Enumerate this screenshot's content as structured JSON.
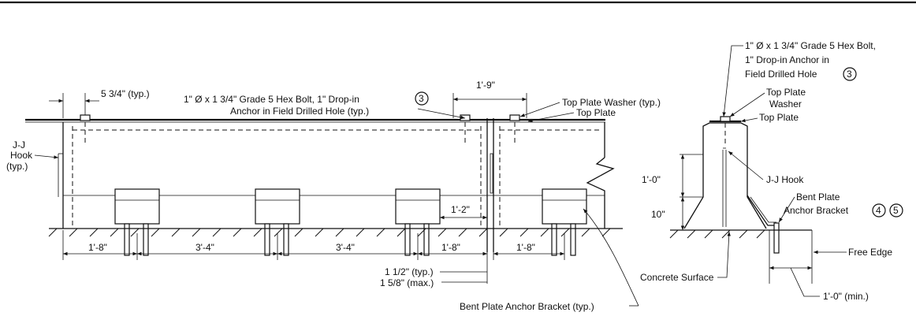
{
  "elevation": {
    "bolt_note_line1": "1\" Ø x 1 3/4\" Grade 5 Hex Bolt, 1\" Drop-in",
    "bolt_note_line2": "Anchor in Field Drilled Hole (typ.)",
    "bolt_note_ref": "3",
    "dim_typ_top": "5 3/4\" (typ.)",
    "dim_joint": "1'-9\"",
    "top_plate_washer": "Top Plate Washer (typ.)",
    "top_plate": "Top Plate",
    "jj_hook_line1": "J-J",
    "jj_hook_line2": "Hook",
    "jj_hook_line3": "(typ.)",
    "dim_1_2": "1'-2\"",
    "dim_a": "1'-8\"",
    "dim_b": "3'-4\"",
    "dim_c": "3'-4\"",
    "dim_d": "1'-8\"",
    "dim_e": "1'-8\"",
    "edge_typ": "1 1/2\" (typ.)",
    "edge_max": "1 5/8\" (max.)",
    "bracket_note": "Bent Plate Anchor Bracket (typ.)"
  },
  "section": {
    "bolt_line1": "1\" Ø x 1 3/4\" Grade 5 Hex Bolt,",
    "bolt_line2": "1\" Drop-in Anchor in",
    "bolt_line3": "Field Drilled Hole",
    "bolt_ref": "3",
    "washer_line1": "Top Plate",
    "washer_line2": "Washer",
    "top_plate": "Top Plate",
    "dim_height_upper": "1'-0\"",
    "dim_height_lower": "10\"",
    "jj_hook": "J-J Hook",
    "bracket_line1": "Bent Plate",
    "bracket_line2": "Anchor Bracket",
    "bracket_ref_a": "4",
    "bracket_ref_b": "5",
    "concrete_surface": "Concrete Surface",
    "free_edge": "Free Edge",
    "dim_min": "1'-0\" (min.)"
  }
}
